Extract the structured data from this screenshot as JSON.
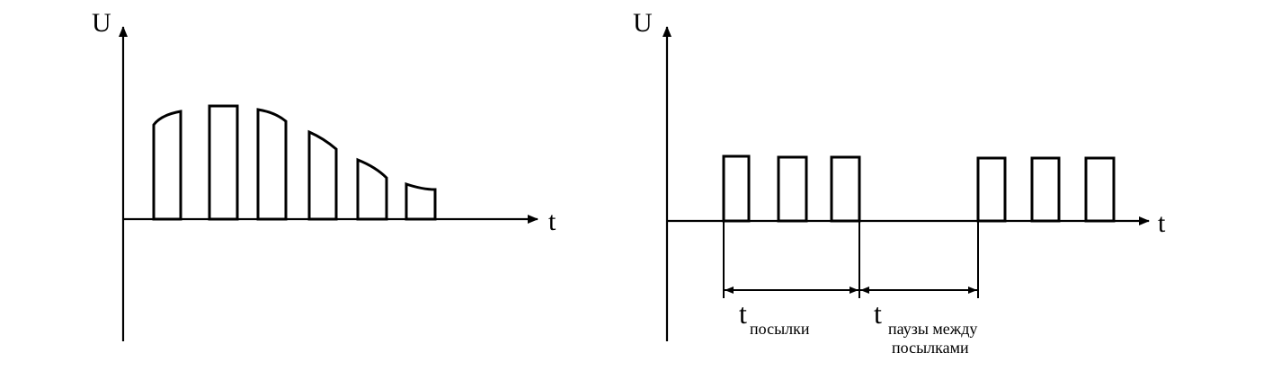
{
  "left_graph": {
    "y_axis_label": "U",
    "x_axis_label": "t"
  },
  "right_graph": {
    "y_axis_label": "U",
    "x_axis_label": "t",
    "send_label": "t",
    "send_sub": "посылки",
    "pause_label": "t",
    "pause_sub_line1": "паузы между",
    "pause_sub_line2": "посылками"
  }
}
